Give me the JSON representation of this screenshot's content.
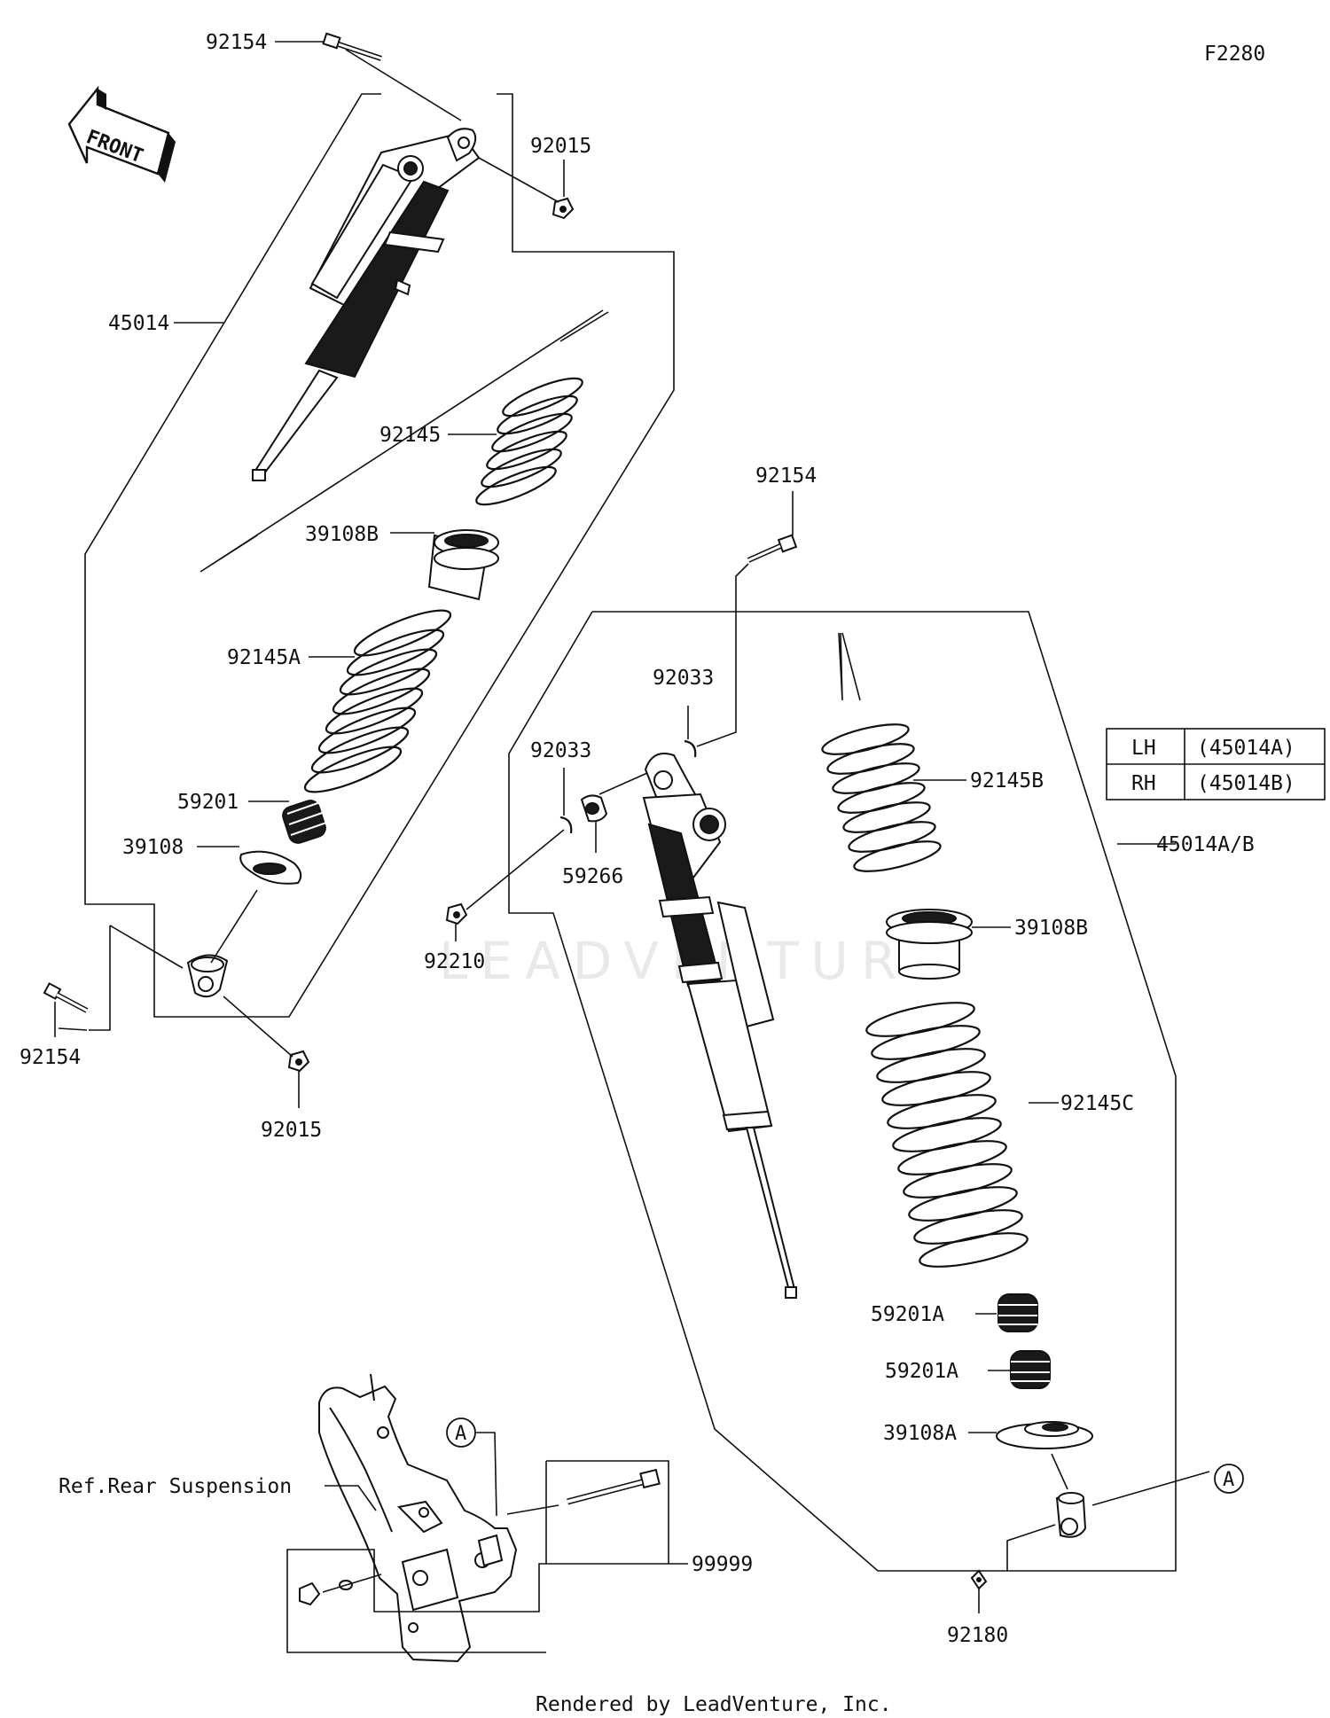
{
  "diagram": {
    "code": "F2280",
    "front_label": "FRONT",
    "watermark": "LEADVENTURE",
    "footer": "Rendered by LeadVenture, Inc.",
    "callout_letter": "A",
    "ref_label": "Ref.Rear Suspension",
    "side_table": [
      {
        "side": "LH",
        "part": "(45014A)"
      },
      {
        "side": "RH",
        "part": "(45014B)"
      }
    ],
    "parts": {
      "bolt_top_left": "92154",
      "nut_top_left": "92015",
      "shock_left": "45014",
      "spring_upper_left": "92145",
      "collar_left": "39108B",
      "spring_lower_left": "92145A",
      "bumper_left": "59201",
      "seat_left": "39108",
      "bolt_bottom_left": "92154",
      "nut_bottom_left": "92015",
      "bolt_top_right": "92154",
      "ring_upper_right": "92033",
      "ring_lower_right": "92033",
      "bushing_right": "59266",
      "nut_right": "92210",
      "spring_upper_right": "92145B",
      "shock_right": "45014A/B",
      "collar_right": "39108B",
      "spring_lower_right": "92145C",
      "bumper_right_1": "59201A",
      "bumper_right_2": "59201A",
      "seat_right": "39108A",
      "clip_right": "92180",
      "bolt_frame": "99999"
    }
  }
}
